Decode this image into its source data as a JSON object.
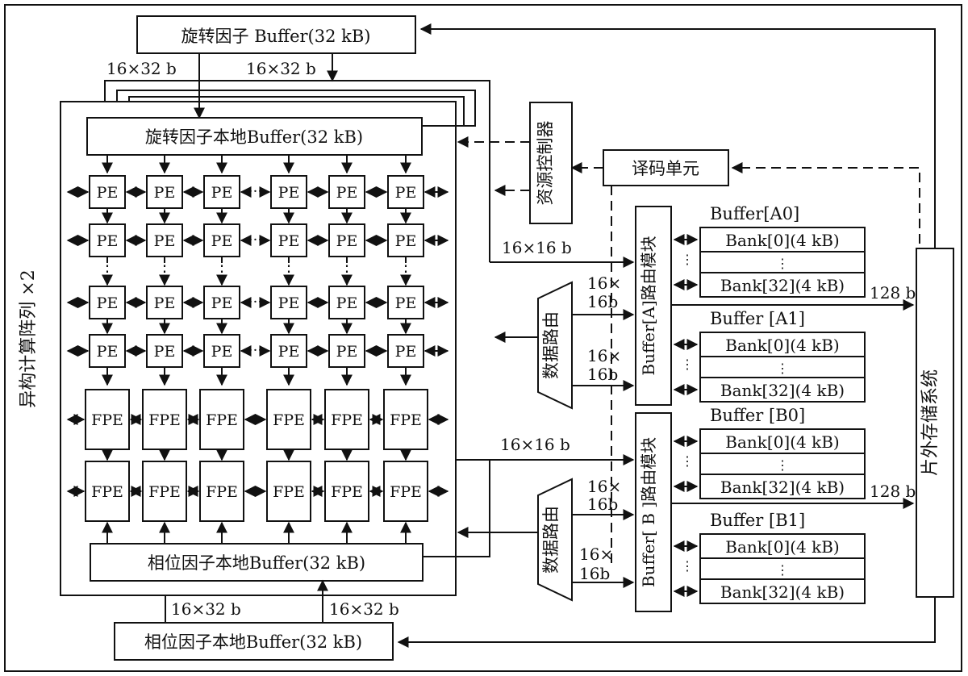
{
  "twiddle_buffer_top": "旋转因子 Buffer(32 kB)",
  "twiddle_local_buffer": "旋转因子本地Buffer(32 kB)",
  "phase_local_buffer_inner": "相位因子本地Buffer(32 kB)",
  "phase_local_buffer_bottom": "相位因子本地Buffer(32 kB)",
  "array_side_label": "异构计算阵列 ×2",
  "pe_label": "PE",
  "fpe_label": "FPE",
  "ellipsis_h": "···",
  "ellipsis_v": "⋮",
  "resource_controller": "资源控制器",
  "decode_unit": "译码单元",
  "data_router": "数据路由",
  "router_a": "Buffer[A]路由模块",
  "router_b": "Buffer[ B ]路由模块",
  "offchip_storage": "片外存储系统",
  "buffer_groups": [
    {
      "title": "Buffer[A0]",
      "bank_first": "Bank[0](4 kB)",
      "bank_last": "Bank[32](4 kB)"
    },
    {
      "title": "Buffer  [A1]",
      "bank_first": "Bank[0](4 kB)",
      "bank_last": "Bank[32](4 kB)"
    },
    {
      "title": "Buffer  [B0]",
      "bank_first": "Bank[0](4 kB)",
      "bank_last": "Bank[32](4 kB)"
    },
    {
      "title": "Buffer  [B1]",
      "bank_first": "Bank[0](4 kB)",
      "bank_last": "Bank[32](4 kB)"
    }
  ],
  "width_labels": {
    "w16x32_a": "16×32 b",
    "w16x32_b": "16×32 b",
    "w16x32_c": "16×32 b",
    "w16x32_d": "16×32 b",
    "w16x16_a": "16×16 b",
    "w16x16_b": "16×16 b",
    "w128_a": "128 b",
    "w128_b": "128 b",
    "w16x_top": "16×",
    "w16b_bot": "16b"
  }
}
